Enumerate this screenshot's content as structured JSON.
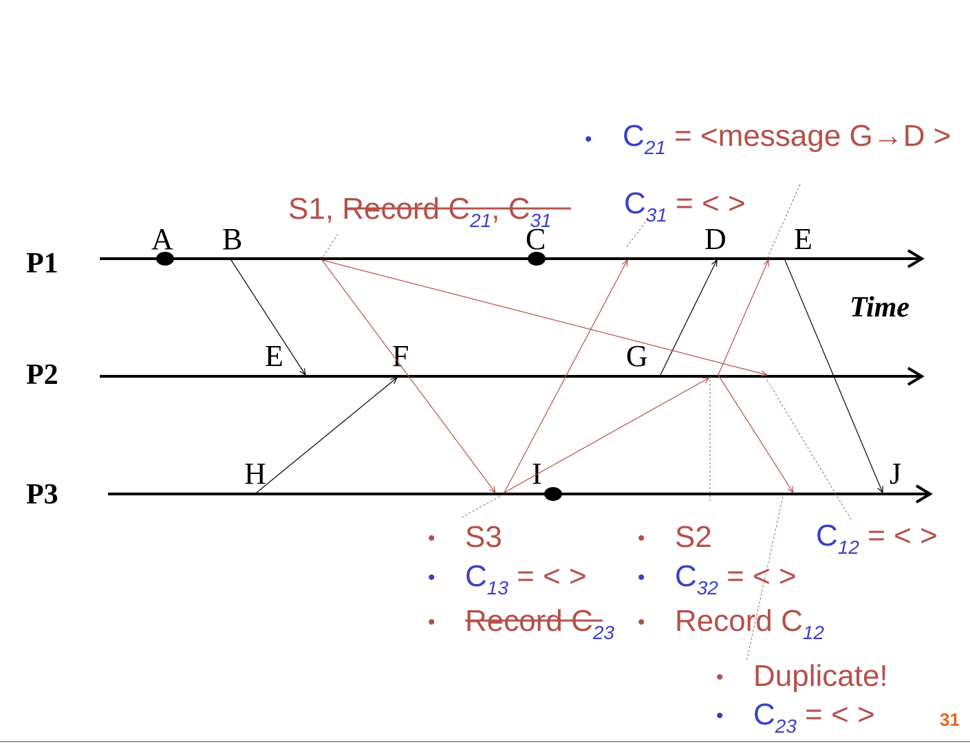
{
  "processes": {
    "p1": "P1",
    "p2": "P2",
    "p3": "P3"
  },
  "time_label": "Time",
  "events": {
    "A": "A",
    "B": "B",
    "C": "C",
    "D": "D",
    "E1": "E",
    "E2": "E",
    "F": "F",
    "G": "G",
    "H": "H",
    "I": "I",
    "J": "J"
  },
  "annotations": {
    "c21_label": "C",
    "c21_sub": "21",
    "c21_value": " = <message G→D >",
    "c31_label": "C",
    "c31_sub": "31",
    "c31_value": " = < >",
    "s1_prefix": "S1, ",
    "s1_record": "Record C",
    "s1_sub1": "21",
    "s1_comma": ", C",
    "s1_sub2": "31",
    "s3": "S3",
    "c13_label": "C",
    "c13_sub": "13",
    "c13_value": " = < >",
    "record_c23": "Record C",
    "record_c23_sub": "23",
    "s2": "S2",
    "c32_label": "C",
    "c32_sub": "32",
    "c32_value": " = < >",
    "record_c12": "Record C",
    "record_c12_sub": "12",
    "c12_label": "C",
    "c12_sub": "12",
    "c12_value": " = < >",
    "duplicate": "Duplicate!",
    "c23_label": "C",
    "c23_sub": "23",
    "c23_value": " = < >",
    "bullet": "•"
  },
  "colors": {
    "annotation_red": "#b5504a",
    "annotation_blue": "#3a3fc8",
    "page_number": "#e06a1c"
  },
  "page_number": "31"
}
